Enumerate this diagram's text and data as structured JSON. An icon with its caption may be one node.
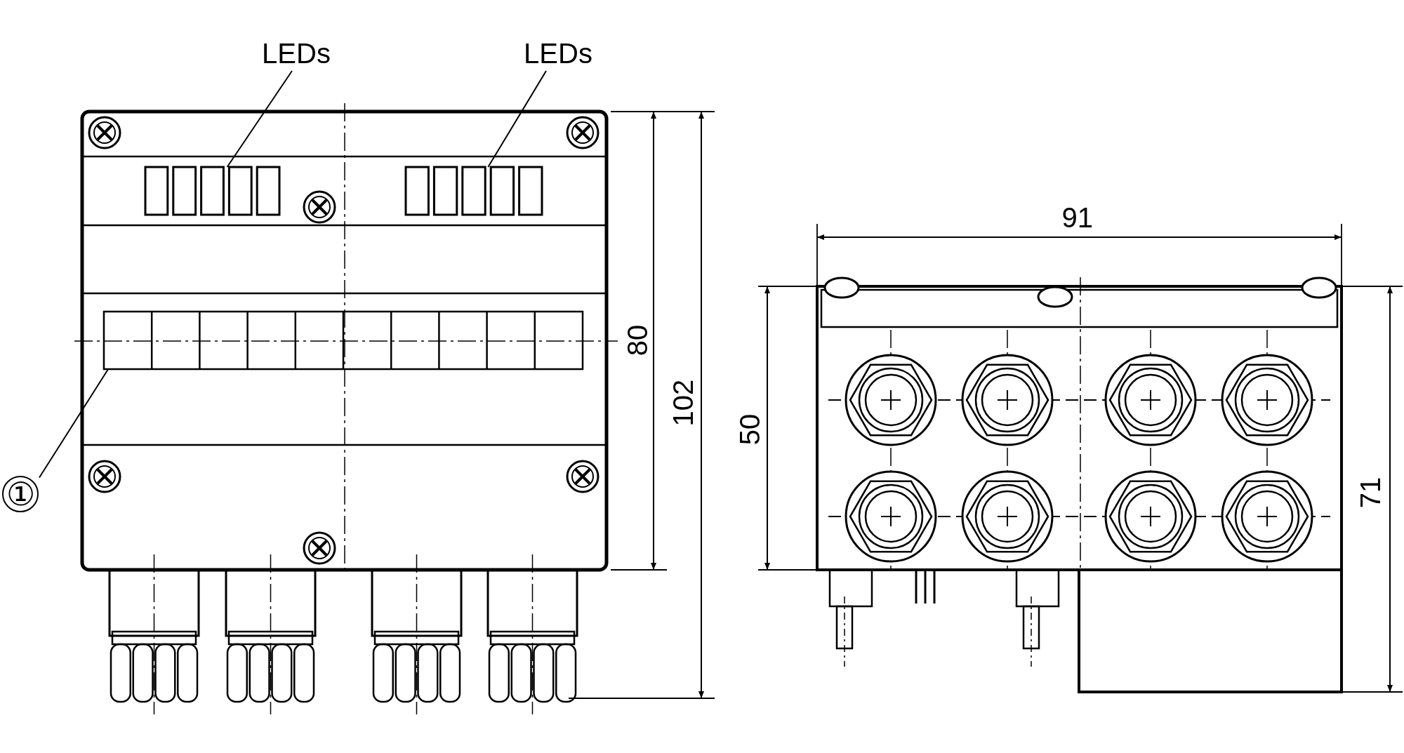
{
  "diagram": {
    "nodes": [
      {
        "text": [
          "LEDs"
        ]
      },
      {
        "text": [
          "LEDs"
        ]
      },
      {
        "text": [
          "①"
        ]
      },
      {
        "text": [],
        "shape": "box"
      },
      {
        "text": [],
        "shape": "box"
      },
      {
        "text": [],
        "shape": "bar"
      }
    ],
    "edges": [
      {
        "from": 0,
        "to": 3,
        "arrow": "none"
      },
      {
        "from": 1,
        "to": 4,
        "arrow": "none"
      },
      {
        "from": 2,
        "to": 5,
        "arrow": "none"
      }
    ],
    "labels": [
      "91",
      "80",
      "102",
      "50",
      "71"
    ]
  }
}
